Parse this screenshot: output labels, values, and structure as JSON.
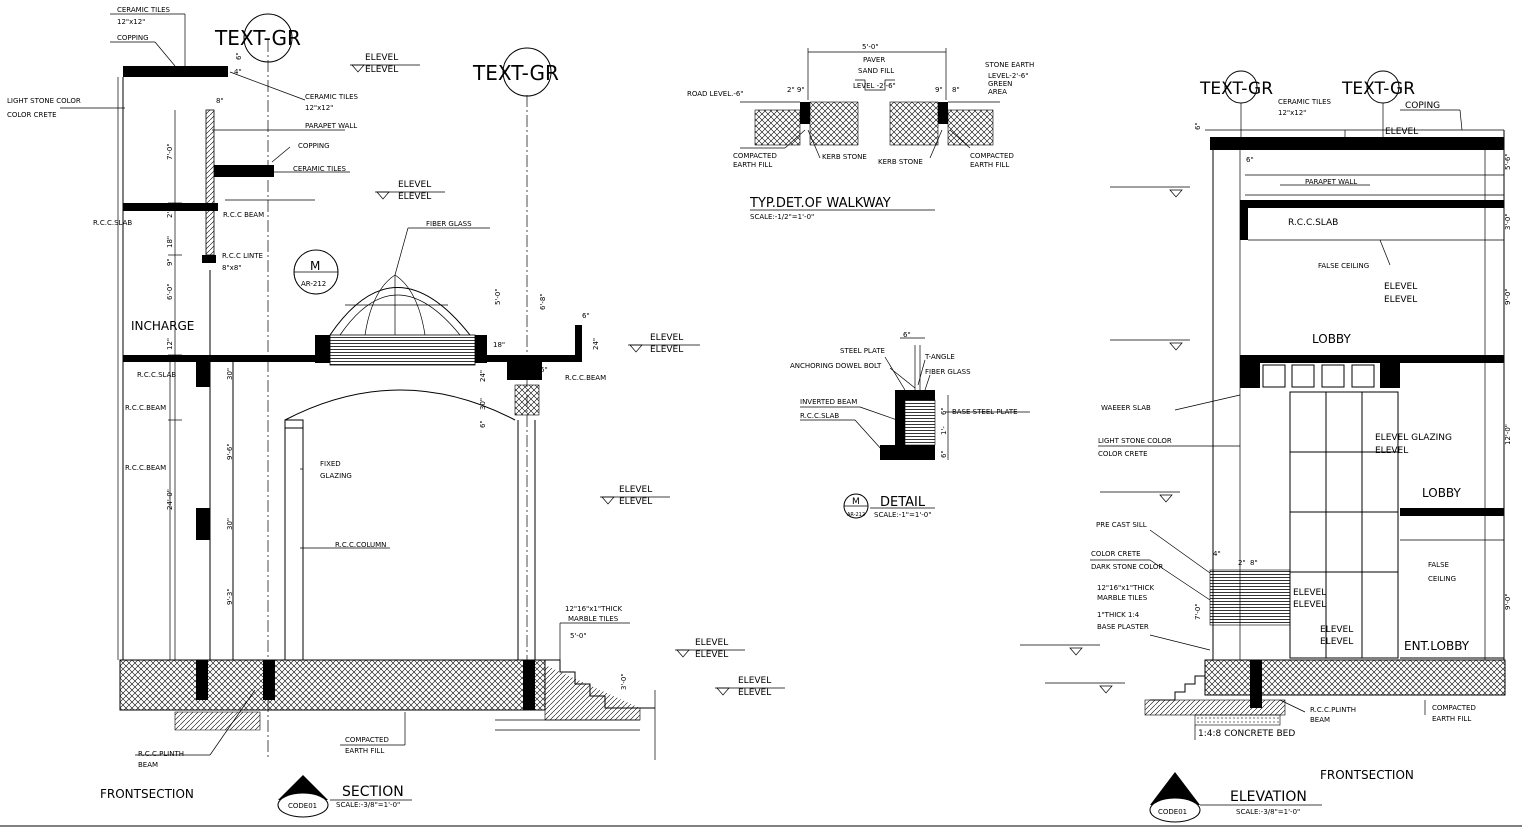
{
  "left_section": {
    "title_bubble_1": "TEXT-GR",
    "title_bubble_2": "TEXT-GR",
    "ceramic_tiles_top": "CERAMIC TILES",
    "ceramic_tiles_size": "12\"x12\"",
    "copping": "COPPING",
    "light_stone_color": "LIGHT STONE COLOR",
    "color_crete": "COLOR CRETE",
    "ceramic_tiles_2": "CERAMIC TILES",
    "ceramic_tiles_2_size": "12\"x12\"",
    "parapet_wall": "PARAPET WALL",
    "copping_2": "COPPING",
    "ceramic_tiles_3": "CERAMIC TILES",
    "rcc_slab": "R.C.C.SLAB",
    "rcc_beam": "R.C.C BEAM",
    "rcc_linte": "R.C.C LINTE",
    "rcc_linte_size": "8\"x8\"",
    "fiber_glass": "FIBER GLASS",
    "m_bubble": "M",
    "m_bubble_ref": "AR-212",
    "incharge": "INCHARGE",
    "rcc_slab_2": "R.C.C.SLAB",
    "rcc_beam_2": "R.C.C.BEAM",
    "rcc_beam_3": "R.C.C.BEAM",
    "rcc_beam_4": "R.C.C.BEAM",
    "fixed_glazing_1": "FIXED",
    "fixed_glazing_2": "GLAZING",
    "rcc_column": "R.C.C.COLUMN",
    "marble_tiles_1": "12\"16\"x1\"THICK",
    "marble_tiles_2": "MARBLE TILES",
    "stair_dim": "5'-0\"",
    "stair_rise": "3'-0\"",
    "rcc_plinth_1": "R.C.C.PLINTH",
    "rcc_plinth_2": "BEAM",
    "compacted_1": "COMPACTED",
    "compacted_2": "EARTH FILL",
    "front_section": "FRONTSECTION",
    "section_title": "SECTION",
    "section_scale": "SCALE:-3/8\"=1'-0\"",
    "section_code": "CODE01",
    "dim_7": "7'-0\"",
    "dim_2": "2'-",
    "dim_18": "18\"",
    "dim_9": "9\"",
    "dim_6": "6'-0\"",
    "dim_12": "12\"",
    "dim_30a": "30\"",
    "dim_9_6": "9'-6\"",
    "dim_24": "24'-0\"",
    "dim_30b": "30\"",
    "dim_9_3": "9'-3\"",
    "dim_8": "8\"",
    "dim_6a": "6\"",
    "dim_5": "5'-0\"",
    "dim_6_8": "6'-8\"",
    "dim_6b": "6\"",
    "dim_24b": "24\"",
    "dim_18b": "18\"",
    "dim_24c": "24\"",
    "dim_30c": "30\"",
    "dim_6c": "6\"",
    "dim_6d": "6\"",
    "dim_4": "4\""
  },
  "elevel_labels": [
    "ELEVEL",
    "ELEVEL"
  ],
  "walkway": {
    "dim_top": "5'-0\"",
    "paver": "PAVER",
    "sand_fill": "SAND FILL",
    "level": "LEVEL -2'-6\"",
    "road_level": "ROAD LEVEL.-6\"",
    "stone_earth": "STONE EARTH",
    "level_r": "LEVEL-2'-6\"",
    "green": "GREEN",
    "area": "AREA",
    "dim_2_9": "2\" 9\"",
    "dim_9": "9\"",
    "dim_8": "8\"",
    "compacted_l1": "COMPACTED",
    "compacted_l2": "EARTH FILL",
    "kerb_stone_1": "KERB STONE",
    "kerb_stone_2": "KERB STONE",
    "compacted_r1": "COMPACTED",
    "compacted_r2": "EARTH FILL",
    "title": "TYP.DET.OF WALKWAY",
    "scale": "SCALE:-1/2\"=1'-0\""
  },
  "detail": {
    "dim_6": "6\"",
    "steel_plate": "STEEL PLATE",
    "anchoring": "ANCHORING DOWEL BOLT",
    "t_angle": "T-ANGLE",
    "fiber_glass": "FIBER GLASS",
    "inverted_beam": "INVERTED BEAM",
    "rcc_slab": "R.C.C.SLAB",
    "base_steel_plate": "BASE STEEL PLATE",
    "dim_6b": "6\"",
    "dim_1": "1'-",
    "dim_6c": "6\"",
    "m": "M",
    "ref": "AR-212",
    "title": "DETAIL",
    "scale": "SCALE:-1\"=1'-0\""
  },
  "right_elevation": {
    "bubble_1": "TEXT-GR",
    "bubble_2": "TEXT-GR",
    "ceramic_tiles": "CERAMIC TILES",
    "ceramic_size": "12\"x12\"",
    "coping": "COPING",
    "elevel_top": "ELEVEL",
    "parapet_wall": "PARAPET WALL",
    "rcc_slab": "R.C.C.SLAB",
    "false_ceiling": "FALSE CEILING",
    "elevel_1": "ELEVEL",
    "elevel_2": "ELEVEL",
    "lobby": "LOBBY",
    "waeeer_slab": "WAEEER SLAB",
    "light_stone": "LIGHT STONE COLOR",
    "color_crete": "COLOR CRETE",
    "elevel_glazing": "ELEVEL GLAZING",
    "elevel_3": "ELEVEL",
    "lobby_2": "LOBBY",
    "pre_cast_sill": "PRE CAST SILL",
    "color_crete_2": "COLOR CRETE",
    "dark_stone": "DARK STONE COLOR",
    "marble_1": "12\"16\"x1\"THICK",
    "marble_2": "MARBLE TILES",
    "thick_1": "1\"THICK 1:4",
    "base_plaster": "BASE PLASTER",
    "false_1": "FALSE",
    "ceiling_1": "CEILING",
    "elevel_4": "ELEVEL",
    "elevel_5": "ELEVEL",
    "elevel_6": "ELEVEL",
    "elevel_7": "ELEVEL",
    "ent_lobby": "ENT.LOBBY",
    "rcc_plinth_1": "R.C.C.PLINTH",
    "rcc_plinth_2": "BEAM",
    "compacted_1": "COMPACTED",
    "compacted_2": "EARTH FILL",
    "concrete_bed": "1:4:8 CONCRETE BED",
    "front_section": "FRONTSECTION",
    "elevation_title": "ELEVATION",
    "scale": "SCALE:-3/8\"=1'-0\"",
    "code": "CODE01",
    "dim_6": "6\"",
    "dim_5_6": "5'-6\"",
    "dim_3": "3'-0\"",
    "dim_9": "9'-0\"",
    "dim_12": "12'-0\"",
    "dim_9b": "9'-0\"",
    "dim_7": "7'-0\"",
    "dim_4": "4\"",
    "dim_6b": "6\"",
    "dim_8": "8\"",
    "dim_2": "2\""
  }
}
